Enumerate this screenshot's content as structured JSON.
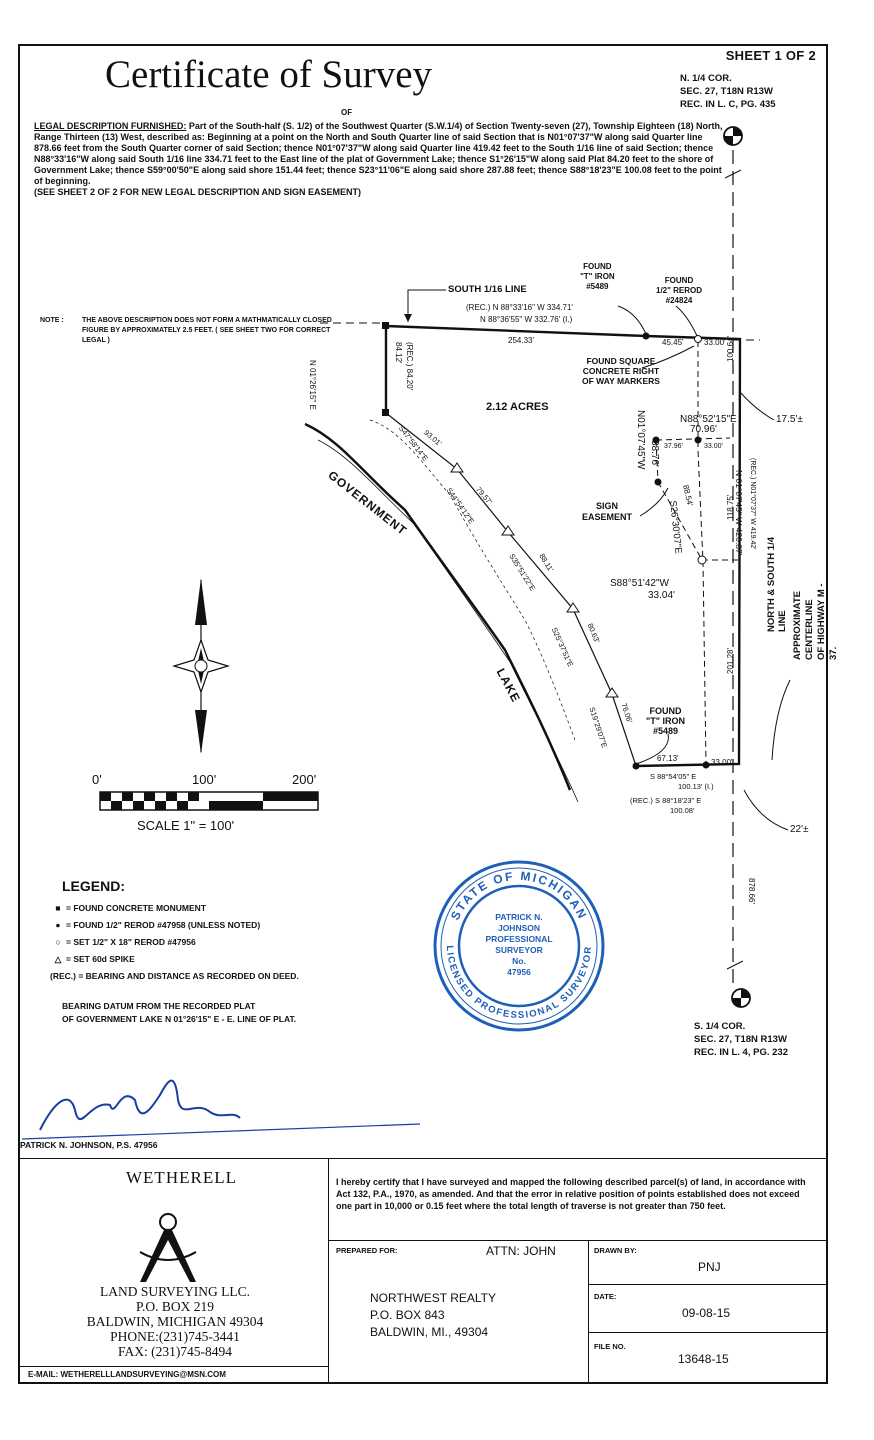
{
  "sheet": "SHEET 1 OF 2",
  "title": "Certificate of Survey",
  "of": "OF",
  "north_corner": [
    "N. 1/4 COR.",
    "SEC. 27, T18N R13W",
    "REC. IN L. C, PG. 435"
  ],
  "south_corner": [
    "S. 1/4 COR.",
    "SEC. 27, T18N R13W",
    "REC. IN L. 4, PG. 232"
  ],
  "legal": {
    "heading": "LEGAL DESCRIPTION FURNISHED:",
    "text": " Part of the South-half (S. 1/2) of the Southwest Quarter (S.W.1/4) of Section Twenty-seven (27), Township Eighteen (18) North, Range Thirteen (13) West, described as: Beginning at a point on the North and South Quarter line of said Section that is N01°07'37\"W along said Quarter line 878.66 feet from the South Quarter corner of said Section; thence N01°07'37\"W along said Quarter line 419.42 feet to the South 1/16 line of said Section; thence N88°33'16\"W along said South 1/16 line 334.71 feet to the East line of the plat of Government Lake; thence S1°26'15\"W along said Plat 84.20 feet to the shore of Government Lake; thence S59°00'50\"E along said shore 151.44 feet; thence S23°11'06\"E along said shore 287.88 feet; thence S88°18'23\"E 100.08 feet to the point of beginning.",
    "see_sheet": "(SEE SHEET 2 OF 2 FOR NEW LEGAL DESCRIPTION AND SIGN EASEMENT)"
  },
  "note": {
    "prefix": "NOTE :",
    "text": "THE ABOVE DESCRIPTION DOES NOT FORM A MATHMATICALLY CLOSED FIGURE BY APPROXIMATELY 2.5 FEET. ( SEE SHEET TWO FOR CORRECT LEGAL )"
  },
  "plan": {
    "south_line": "SOUTH 1/16 LINE",
    "found_t_iron_top": [
      "FOUND",
      "\"T\" IRON",
      "#5489"
    ],
    "found_rerod": [
      "FOUND",
      "1/2\" REROD",
      "#24824"
    ],
    "rec_top": "(REC.) N 88°33'16\" W 334.71'",
    "bearing_top": "N 88°36'55\" W 332.76' (I.)",
    "dist_254": "254.33'",
    "dist_4545": "45.45'",
    "dist_3300_top": "33.00'",
    "concrete_markers": [
      "FOUND SQUARE",
      "CONCRETE RIGHT",
      "OF WAY MARKERS"
    ],
    "west_bearing": "N 01°26'15\" E",
    "west_dist": "84.12'",
    "west_rec": "(REC.) 84.20'",
    "acres": "2.12 ACRES",
    "n_8852": "N88°52'15\"E",
    "d_7096": "70.96'",
    "d_3796": "37.96'",
    "d_3300_mid": "33.00'",
    "n_0107": "N01°07'45\"W",
    "d_3876": "38.76'",
    "d_10064": "100.64'",
    "d_17_5": "17.5'±",
    "sign_easement": [
      "SIGN",
      "EASEMENT"
    ],
    "sign_dist": "88.54'",
    "sign_bearing": "S26°30'07\"E",
    "d_11875": "118.75'",
    "east_main": "N 01°07'45\" W 420.87'",
    "east_rec": "(REC.) N01°07'37\" W 419.42'",
    "ns_line": "NORTH & SOUTH 1/4 LINE",
    "centerline": [
      "APPROXIMATE CENTERLINE",
      "OF HIGHWAY M - 37."
    ],
    "s88_51": "S88°51'42\"W",
    "d_3304": "33.04'",
    "d_20128": "201.28'",
    "shore_1": "S47°58'14\"E",
    "shore_1d": "93.01'",
    "shore_2": "S44°54'12\"E",
    "shore_2d": "79.57'",
    "shore_3": "S35°51'22\"E",
    "shore_3d": "88.11'",
    "shore_4": "S25°37'51\"E",
    "shore_4d": "80.63'",
    "shore_5": "S19°29'07\"E",
    "shore_5d": "76.06'",
    "government": "GOVERNMENT",
    "lake": "LAKE",
    "found_t_iron_bottom": [
      "FOUND",
      "\"T\" IRON",
      "#5489"
    ],
    "d_6713": "67.13'",
    "d_3300_bot": "33.00'",
    "bottom_bearing": "S 88°54'05\" E",
    "bottom_dist": "100.13' (I.)",
    "bottom_rec": "(REC.) S 88°18'23\" E",
    "bottom_rec_dist": "100.08'",
    "d_22": "22'±",
    "d_87866": "878.66'"
  },
  "scale": {
    "l0": "0'",
    "l100": "100'",
    "l200": "200'",
    "label": "SCALE  1\"  =  100'"
  },
  "legend": {
    "title": "LEGEND:",
    "items": [
      {
        "sym": "■",
        "text": "= FOUND CONCRETE MONUMENT"
      },
      {
        "sym": "●",
        "text": "= FOUND 1/2\" REROD #47958 (UNLESS NOTED)"
      },
      {
        "sym": "○",
        "text": "= SET 1/2\" X 18\" REROD #47956"
      },
      {
        "sym": "△",
        "text": "= SET 60d SPIKE"
      },
      {
        "sym": "",
        "text": "(REC.) = BEARING AND DISTANCE AS RECORDED ON DEED."
      }
    ],
    "datum": [
      "BEARING DATUM FROM  THE RECORDED PLAT",
      "OF GOVERNMENT LAKE N 01°26'15\" E - E. LINE OF PLAT."
    ]
  },
  "stamp": {
    "ring_top": "STATE OF MICHIGAN",
    "ring_bottom": "LICENSED PROFESSIONAL SURVEYOR",
    "lines": [
      "PATRICK N.",
      "JOHNSON",
      "PROFESSIONAL",
      "SURVEYOR",
      "No.",
      "47956"
    ]
  },
  "signature_label": "PATRICK N. JOHNSON, P.S. 47956",
  "firm": {
    "name": "WETHERELL",
    "line1": "LAND SURVEYING LLC.",
    "line2": "P.O. BOX 219",
    "line3": "BALDWIN, MICHIGAN 49304",
    "phone": "PHONE:(231)745-3441",
    "fax": "FAX: (231)745-8494",
    "email": "E-MAIL: WETHERELLLANDSURVEYING@MSN.COM"
  },
  "certify": "I hereby certify that I have surveyed and mapped the following described parcel(s) of land, in accordance with Act 132, P.A., 1970, as amended. And that the error in relative position of points established does not exceed one part in 10,000 or 0.15 feet where the total length of traverse is not greater than 750 feet.",
  "prepared": {
    "label": "PREPARED FOR:",
    "attn": "ATTN:  JOHN",
    "lines": [
      "NORTHWEST REALTY",
      "P.O. BOX 843",
      "BALDWIN, MI.,    49304"
    ]
  },
  "drawn": {
    "label": "DRAWN BY:",
    "value": "PNJ"
  },
  "date": {
    "label": "DATE:",
    "value": "09-08-15"
  },
  "file": {
    "label": "FILE NO.",
    "value": "13648-15"
  },
  "colors": {
    "stamp": "#1e5fb8",
    "signature": "#1b3fa0"
  }
}
